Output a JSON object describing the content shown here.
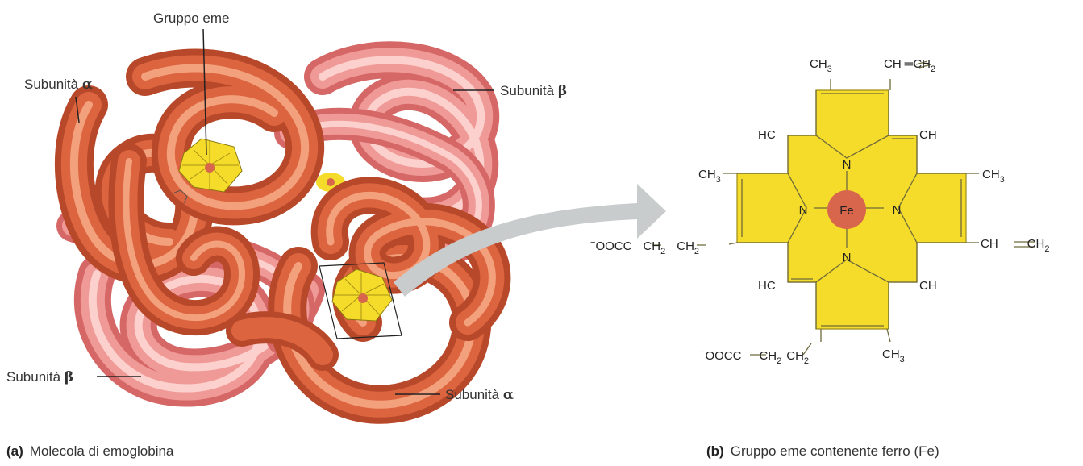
{
  "panel_a": {
    "caption_letter": "(a)",
    "caption_text": "Molecola di emoglobina",
    "label_heme": "Gruppo eme",
    "label_alpha_top": {
      "name": "Subunità ",
      "greek": "α"
    },
    "label_beta_top": {
      "name": "Subunità ",
      "greek": "β"
    },
    "label_beta_bottom": {
      "name": "Subunità ",
      "greek": "β"
    },
    "label_alpha_bottom": {
      "name": "Subunità ",
      "greek": "α"
    }
  },
  "panel_b": {
    "caption_letter": "(b)",
    "caption_text": "Gruppo eme contenente ferro (Fe)",
    "iron": "Fe",
    "nitrogen": "N",
    "hc": "HC",
    "ch": "CH",
    "ch3_base": "CH",
    "sub3": "3",
    "sub2": "2",
    "vinyl_left": "CH",
    "vinyl_right": "CH",
    "cooc_prefix": "−",
    "ooc": "OOC",
    "ch2": "CH"
  },
  "colors": {
    "alpha_subunit": "#d9623f",
    "beta_subunit": "#ec8c8a",
    "heme_yellow": "#f6dc2a",
    "iron_red": "#d8664c",
    "arrow_gray": "#c9cccd"
  }
}
